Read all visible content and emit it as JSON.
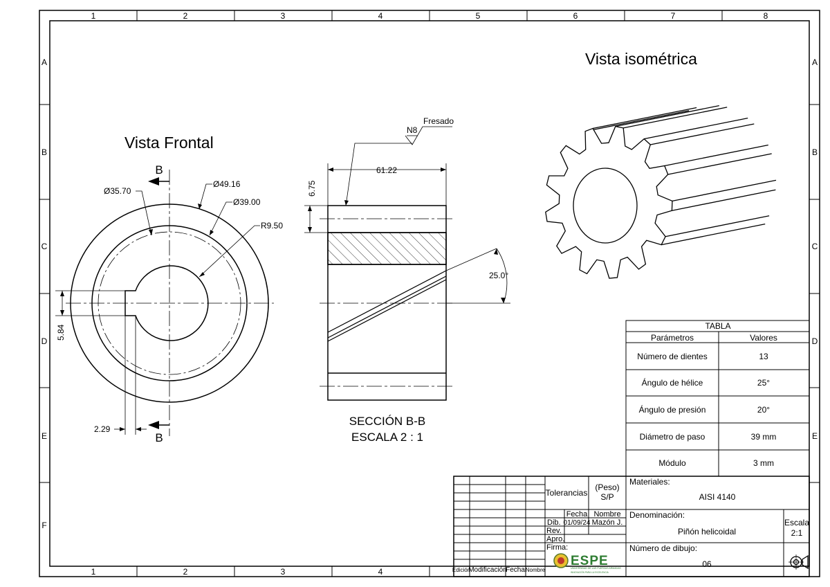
{
  "frame": {
    "cols": [
      "1",
      "2",
      "3",
      "4",
      "5",
      "6",
      "7",
      "8"
    ],
    "cols_bottom": [
      "1",
      "2",
      "3",
      "4"
    ],
    "rows": [
      "A",
      "B",
      "C",
      "D",
      "E",
      "F"
    ]
  },
  "front_view": {
    "title": "Vista Frontal",
    "section_mark": "B",
    "dims": {
      "d_outer_label": "Ø35.70",
      "d_tip": "Ø49.16",
      "d_pitch": "Ø39.00",
      "bore_radius": "R9.50",
      "key_height": "5.84",
      "key_depth": "2.29"
    }
  },
  "section_view": {
    "surface_finish": "N8",
    "process": "Fresado",
    "width_dim": "61.22",
    "top_dim": "6.75",
    "helix_angle_dim": "25.0°",
    "caption_line1": "SECCIÓN B-B",
    "caption_line2": "ESCALA 2 : 1"
  },
  "iso_view": {
    "title": "Vista isométrica"
  },
  "param_table": {
    "title": "TABLA",
    "headers": [
      "Parámetros",
      "Valores"
    ],
    "rows": [
      {
        "param": "Número de dientes",
        "value": "13"
      },
      {
        "param": "Ángulo de hélice",
        "value": "25°"
      },
      {
        "param": "Ángulo de presión",
        "value": "20°"
      },
      {
        "param": "Diámetro de paso",
        "value": "39 mm"
      },
      {
        "param": "Módulo",
        "value": "3 mm"
      }
    ]
  },
  "title_block": {
    "tolerancias": "Tolerancias",
    "peso_line1": "(Peso)",
    "peso_line2": "S/P",
    "materiales_label": "Materiales:",
    "material": "AISI 4140",
    "fecha_header": "Fecha",
    "nombre_header": "Nombre",
    "dib_label": "Dib.",
    "dib_fecha": "01/09/24",
    "dib_nombre": "Mazón J.",
    "rev_label": "Rev.",
    "apro_label": "Apro.",
    "firma_label": "Firma:",
    "denominacion_label": "Denominación:",
    "denominacion": "Piñón helicoidal",
    "escala_label": "Escala",
    "escala": "2:1",
    "numero_label": "Número de dibujo:",
    "numero": "06",
    "revision_headers": [
      "Edición",
      "Modificación",
      "Fecha",
      "Nombre"
    ],
    "logo_text": "ESPE",
    "logo_subtitle": "UNIVERSIDAD DE LAS FUERZAS ARMADAS",
    "logo_tagline": "INNOVACIÓN PARA LA EXCELENCIA"
  }
}
